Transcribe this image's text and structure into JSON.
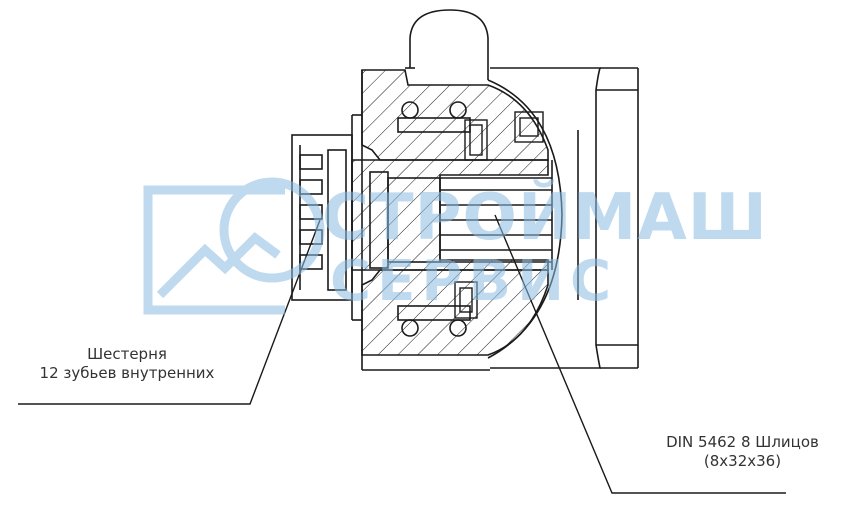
{
  "gear_callout": {
    "line1": "Шестерня",
    "line2": "12 зубьев внутренних"
  },
  "spline_callout": {
    "line1": "DIN 5462 8 Шлицов",
    "line2": "(8x32x36)"
  },
  "watermark": {
    "line1": "СТРОЙМАШ",
    "line2": "СЕРВИС",
    "color": "#8bbde3"
  },
  "colors": {
    "line": "#1a1a1a",
    "text": "#333333",
    "background": "#ffffff"
  }
}
